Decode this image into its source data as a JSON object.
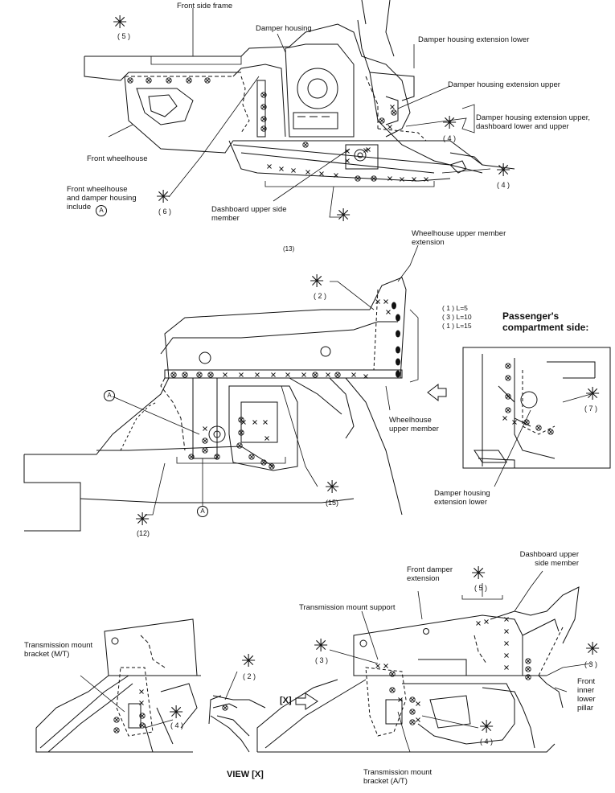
{
  "top_view": {
    "front_side_frame": "Front side frame",
    "damper_housing": "Damper housing",
    "damper_housing_extension_lower": "Damper housing extension lower",
    "damper_housing_extension_upper": "Damper housing extension upper",
    "dh_ext_upper_dashboard": "Damper housing extension upper,\ndashboard lower and upper",
    "front_wheelhouse": "Front wheelhouse",
    "front_wheelhouse_damper_include": "Front wheelhouse\nand damper housing\ninclude",
    "circle_a": "A",
    "dashboard_upper_side_member": "Dashboard upper side\nmember",
    "count_5": "( 5 )",
    "count_4a": "( 4 )",
    "count_4b": "( 4 )",
    "count_6": "( 6 )",
    "count_13": "(13)"
  },
  "middle_view": {
    "wheelhouse_upper_member_extension": "Wheelhouse upper member\nextension",
    "count_2": "( 2 )",
    "legend": [
      "( 1 )  L=5",
      "( 3 )  L=10",
      "( 1 )  L=15"
    ],
    "passenger_side": "Passenger's\ncompartment side:",
    "wheelhouse_upper_member": "Wheelhouse\nupper member",
    "count_7": "( 7 )",
    "damper_housing_extension_lower": "Damper housing\nextension lower",
    "circle_a1": "A",
    "circle_a2": "A",
    "count_12": "(12)",
    "count_15": "(15)"
  },
  "bottom_view": {
    "transmission_mount_bracket_mt": "Transmission mount\nbracket (M/T)",
    "count_4_left": "( 4 )",
    "count_2": "( 2 )",
    "view_label": "VIEW  [X]",
    "x_label": "[X]",
    "transmission_mount_support": "Transmission mount support",
    "front_damper_extension": "Front damper\nextension",
    "count_5": "( 5 )",
    "dashboard_upper_side_member": "Dashboard upper\nside member",
    "count_3_left": "( 3 )",
    "count_3_right": "( 3 )",
    "front_inner_lower_pillar": "Front\ninner\nlower\npillar",
    "count_4_right": "( 4 )",
    "transmission_mount_bracket_at": "Transmission mount\nbracket (A/T)"
  }
}
